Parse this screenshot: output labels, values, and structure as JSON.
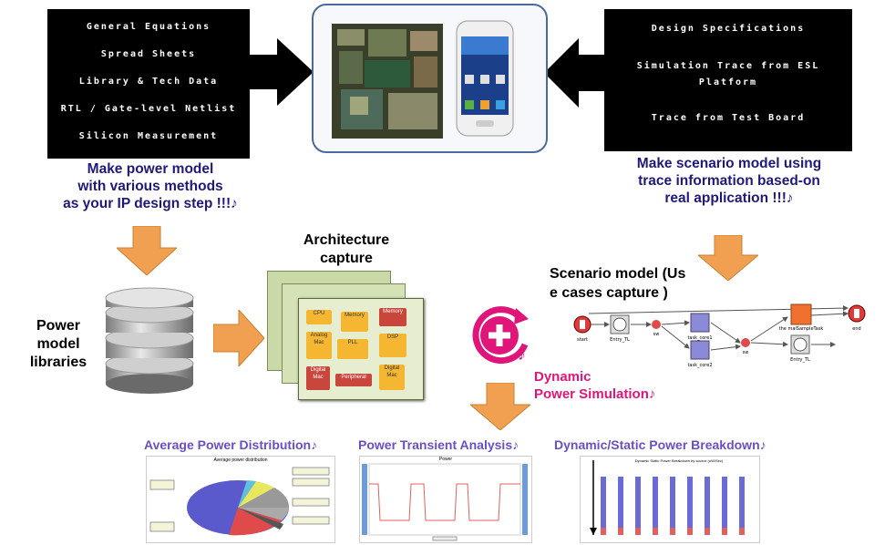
{
  "left_inputs": [
    "General Equations",
    "Spread Sheets",
    "Library & Tech Data",
    "RTL / Gate-level Netlist",
    "Silicon Measurement"
  ],
  "right_inputs": [
    "Design Specifications",
    "Simulation Trace from ESL Platform",
    "Trace from Test Board"
  ],
  "left_caption": [
    "Make power model",
    "with various methods",
    "as your IP design step !!!♪"
  ],
  "right_caption": [
    "Make scenario model using",
    "trace information based-on",
    "real application !!!♪"
  ],
  "power_libraries_label": [
    "Power",
    "model",
    "libraries"
  ],
  "architecture_label": [
    "Architecture",
    "capture"
  ],
  "scenario_label": [
    "Scenario model (Us",
    "e cases capture )"
  ],
  "dynamic_label": [
    "Dynamic",
    "Power Simulation♪"
  ],
  "chip_blocks": [
    "CPU",
    "Memory",
    "Analog Mac",
    "PLL",
    "DSP",
    "Digital Mac",
    "Peripheral",
    "Digital Mac",
    "Memory"
  ],
  "flow_nodes": [
    "start",
    "Entry_TL",
    "sw",
    "task_core1",
    "task_core2",
    "sw",
    "Entry_TL",
    "the malSampleTask",
    "end"
  ],
  "outputs": [
    {
      "title": "Average Power Distribution♪",
      "chart_title": "Average power distribution"
    },
    {
      "title": "Power Transient Analysis♪",
      "chart_title": "Power"
    },
    {
      "title": "Dynamic/Static Power Breakdown♪",
      "chart_title": "Dynamic Static Power Breakdown by source (uW/Sec)"
    }
  ],
  "colors": {
    "arrow": "#f0a050",
    "caption": "#1f1a7a",
    "pink": "#e0157a",
    "purple": "#6a4fc4"
  }
}
